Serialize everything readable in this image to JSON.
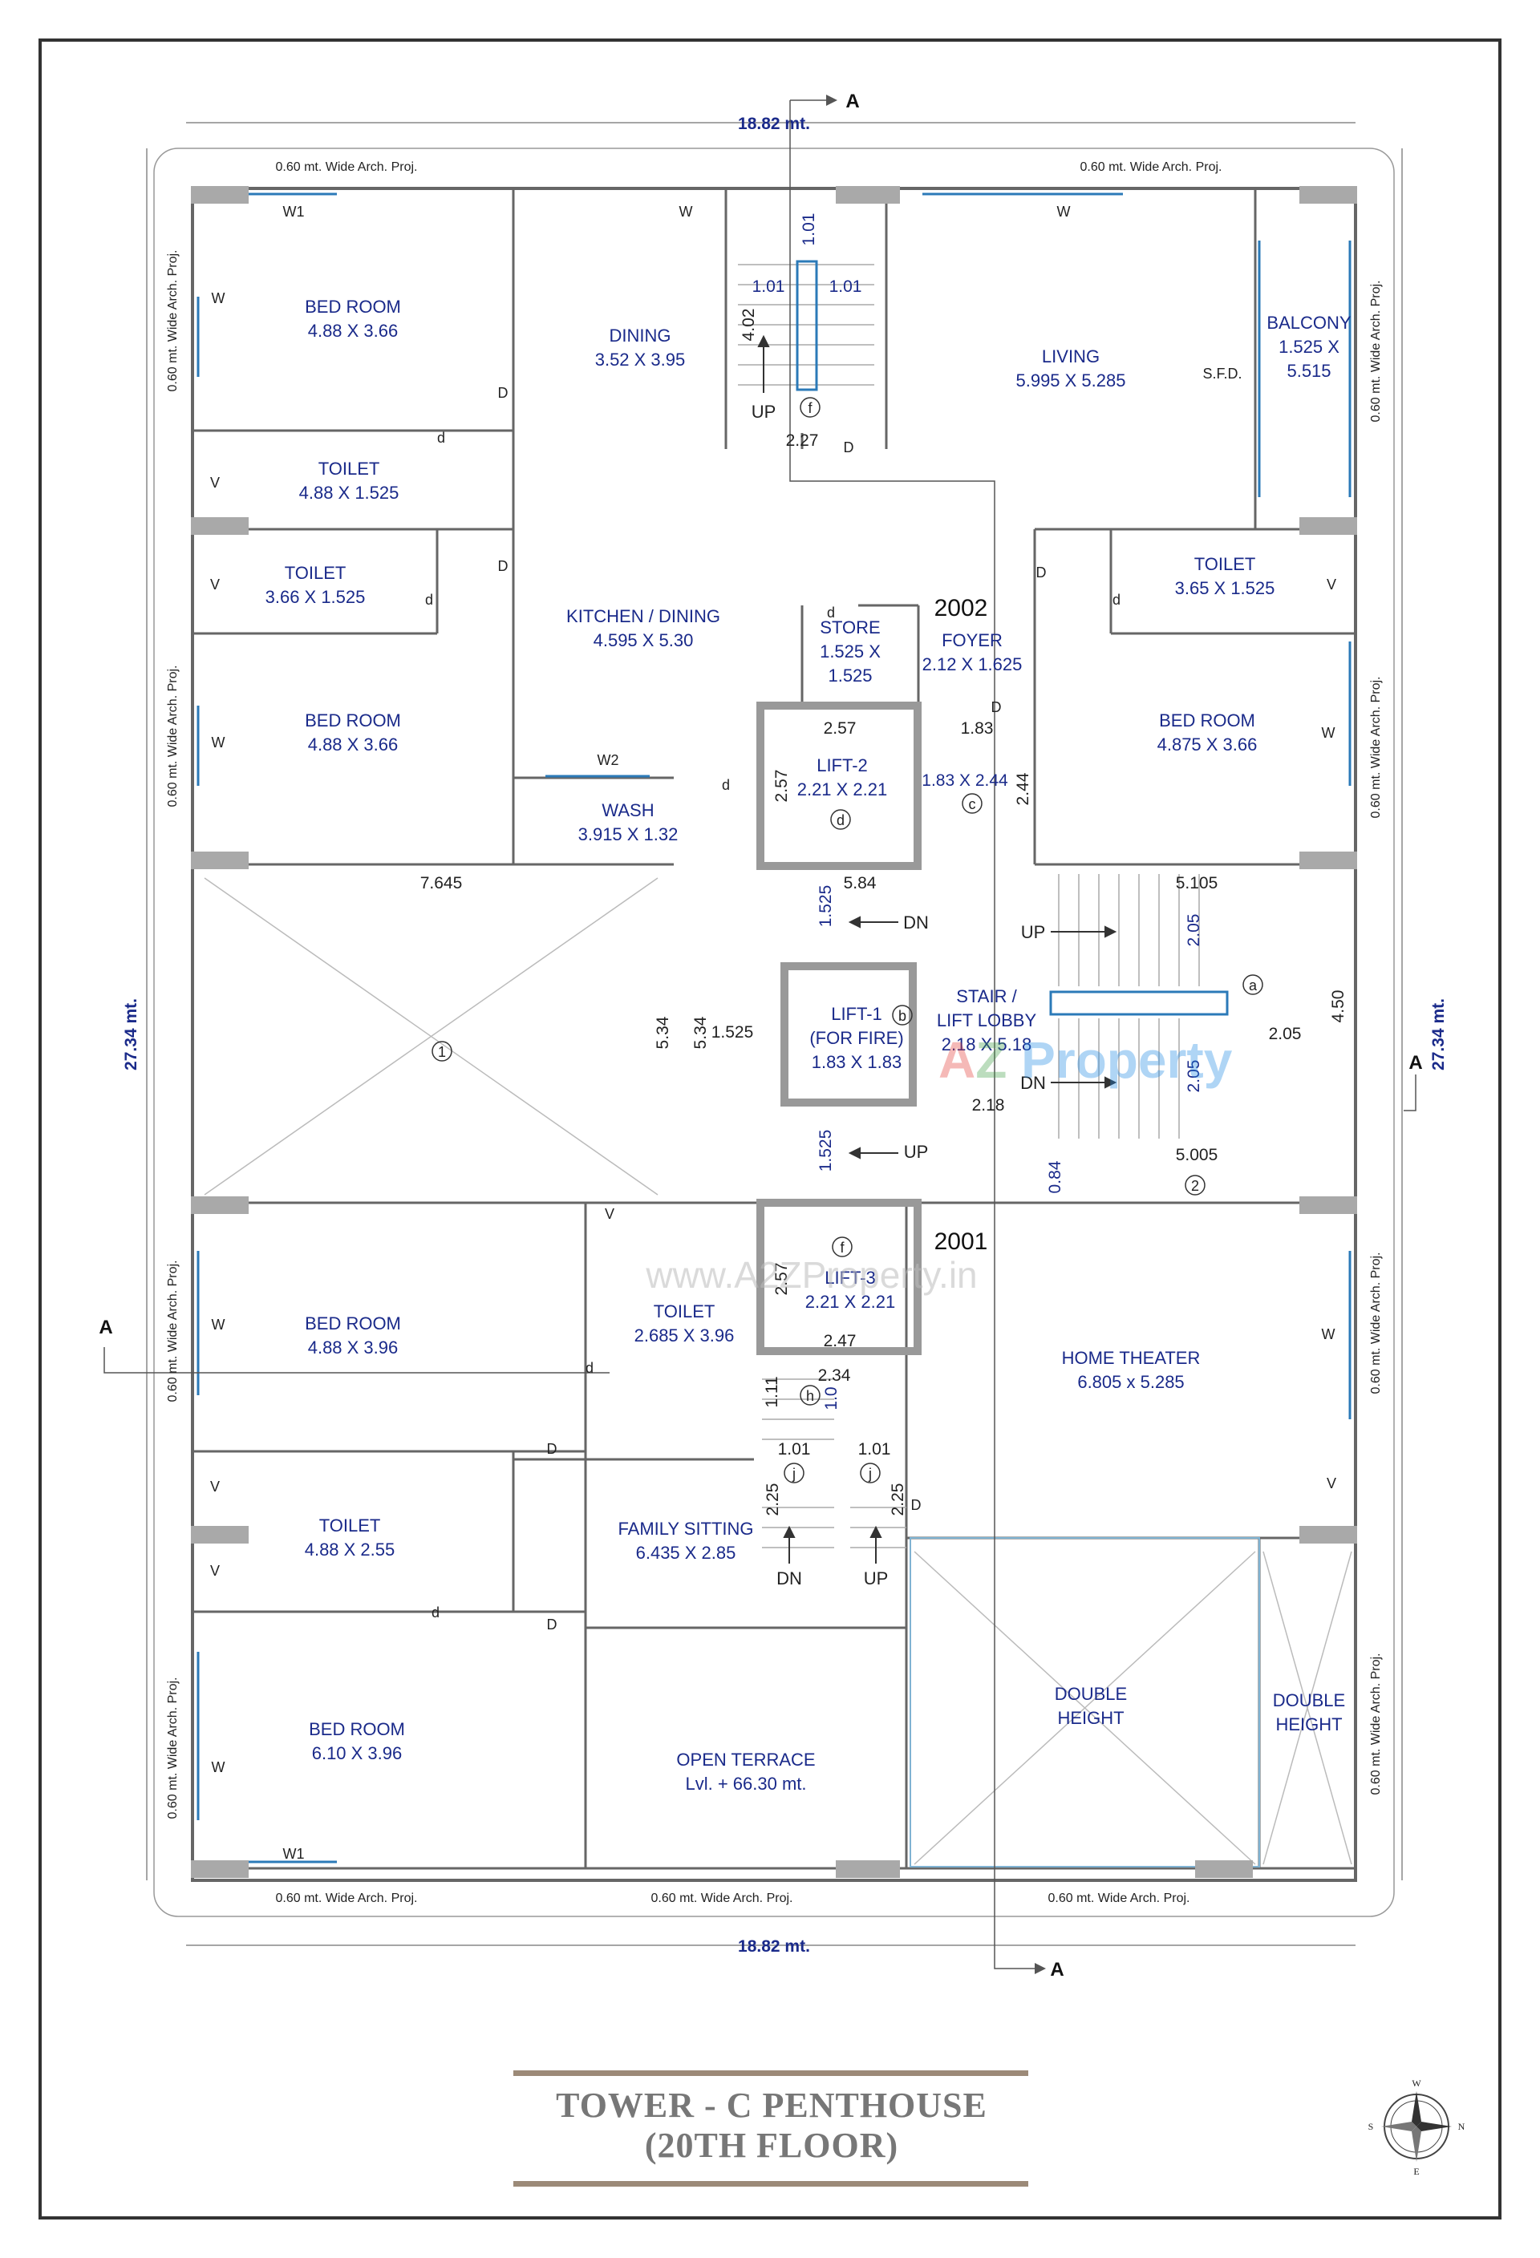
{
  "title": {
    "line1": "TOWER - C PENTHOUSE",
    "line2": "(20TH FLOOR)"
  },
  "overall": {
    "width": "18.82 mt.",
    "depth": "27.34 mt."
  },
  "section_marks": {
    "a": "A"
  },
  "projection_label": "0.60 mt. Wide Arch. Proj.",
  "flats": {
    "upper": "2002",
    "lower": "2001"
  },
  "watermark": {
    "brand_a": "A",
    "brand_z": "Z",
    "brand_rest": " Property",
    "url": "www.A2ZProperty.in"
  },
  "compass": {
    "n": "N",
    "s": "S",
    "e": "E",
    "w": "W"
  },
  "rooms": {
    "bed1": {
      "name": "BED ROOM",
      "size": "4.88 X 3.66"
    },
    "dining": {
      "name": "DINING",
      "size": "3.52 X 3.95"
    },
    "living": {
      "name": "LIVING",
      "size": "5.995 X 5.285"
    },
    "balcony": {
      "name1": "BALCONY",
      "name2": "1.525 X",
      "size": "5.515"
    },
    "toilet1": {
      "name": "TOILET",
      "size": "4.88 X 1.525"
    },
    "toilet2": {
      "name": "TOILET",
      "size": "3.66 X 1.525"
    },
    "kitchen": {
      "name": "KITCHEN / DINING",
      "size": "4.595 X 5.30"
    },
    "store": {
      "name": "STORE",
      "size1": "1.525 X",
      "size2": "1.525"
    },
    "foyer": {
      "name": "FOYER",
      "size": "2.12 X 1.625"
    },
    "toilet3": {
      "name": "TOILET",
      "size": "3.65 X 1.525"
    },
    "bed2": {
      "name": "BED ROOM",
      "size": "4.88 X 3.66"
    },
    "lift2": {
      "name": "LIFT-2",
      "size": "2.21 X 2.21"
    },
    "bed3": {
      "name": "BED ROOM",
      "size": "4.875 X 3.66"
    },
    "wash": {
      "name": "WASH",
      "size": "3.915 X 1.32"
    },
    "lift1": {
      "name1": "LIFT-1",
      "name2": "(FOR FIRE)",
      "size": "1.83 X 1.83"
    },
    "lobby": {
      "name1": "STAIR /",
      "name2": "LIFT LOBBY",
      "size": "2.18 X 5.18"
    },
    "bed4": {
      "name": "BED ROOM",
      "size": "4.88 X 3.96"
    },
    "toilet4": {
      "name": "TOILET",
      "size": "2.685 X 3.96"
    },
    "lift3": {
      "name": "LIFT-3",
      "size": "2.21 X 2.21"
    },
    "theater": {
      "name": "HOME THEATER",
      "size": "6.805 x 5.285"
    },
    "toilet5": {
      "name": "TOILET",
      "size": "4.88 X 2.55"
    },
    "family": {
      "name": "FAMILY SITTING",
      "size": "6.435 X 2.85"
    },
    "bed5": {
      "name": "BED ROOM",
      "size": "6.10 X 3.96"
    },
    "terrace": {
      "name": "OPEN TERRACE",
      "size": "Lvl. + 66.30 mt."
    },
    "dh1": {
      "name1": "DOUBLE",
      "name2": "HEIGHT"
    },
    "dh2": {
      "name1": "DOUBLE",
      "name2": "HEIGHT"
    }
  },
  "tags": {
    "w1": "W1",
    "w2": "W2",
    "w": "W",
    "v": "V",
    "d_cap": "D",
    "d": "d",
    "sfd": "S.F.D.",
    "up": "UP",
    "dn": "DN"
  },
  "dims": {
    "d1_01": "1.01",
    "d4_02": "4.02",
    "d2_27": "2.27",
    "d2_57": "2.57",
    "d1_83": "1.83",
    "d1_83x2_44": "1.83 X 2.44",
    "d2_44": "2.44",
    "d7_645": "7.645",
    "d5_84": "5.84",
    "d5_105": "5.105",
    "d1_525": "1.525",
    "d2_05": "2.05",
    "d4_50": "4.50",
    "d5_34": "5.34",
    "d2_18": "2.18",
    "d0_84": "0.84",
    "d5_005": "5.005",
    "d2_47": "2.47",
    "d2_34": "2.34",
    "d1_11": "1.11",
    "d1_0": "1.0",
    "d2_25": "2.25"
  },
  "circles": {
    "a": "a",
    "b": "b",
    "c": "c",
    "d": "d",
    "f": "f",
    "h": "h",
    "j": "j",
    "one": "1",
    "two": "2"
  }
}
